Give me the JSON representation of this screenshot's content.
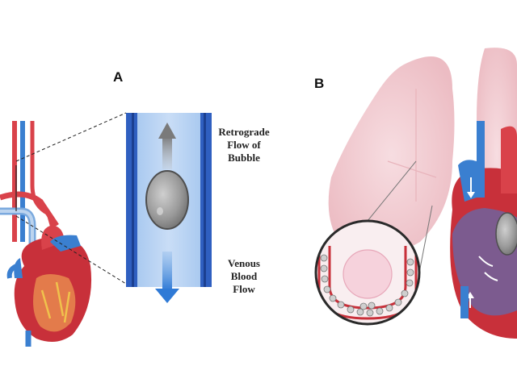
{
  "panels": {
    "a": {
      "label": "A",
      "top_text": [
        "Retrograde",
        "Flow of",
        "Bubble"
      ],
      "bottom_text": [
        "Venous",
        "Blood",
        "Flow"
      ]
    },
    "b": {
      "label": "B"
    }
  },
  "colors": {
    "vein_blue": "#3a7fd0",
    "vein_dark": "#1f4fb0",
    "artery_red": "#d9424a",
    "heart_muscle": "#c8303a",
    "lung_pink": "#f2c9cf",
    "bubble_gray": "#9a9a9a"
  }
}
